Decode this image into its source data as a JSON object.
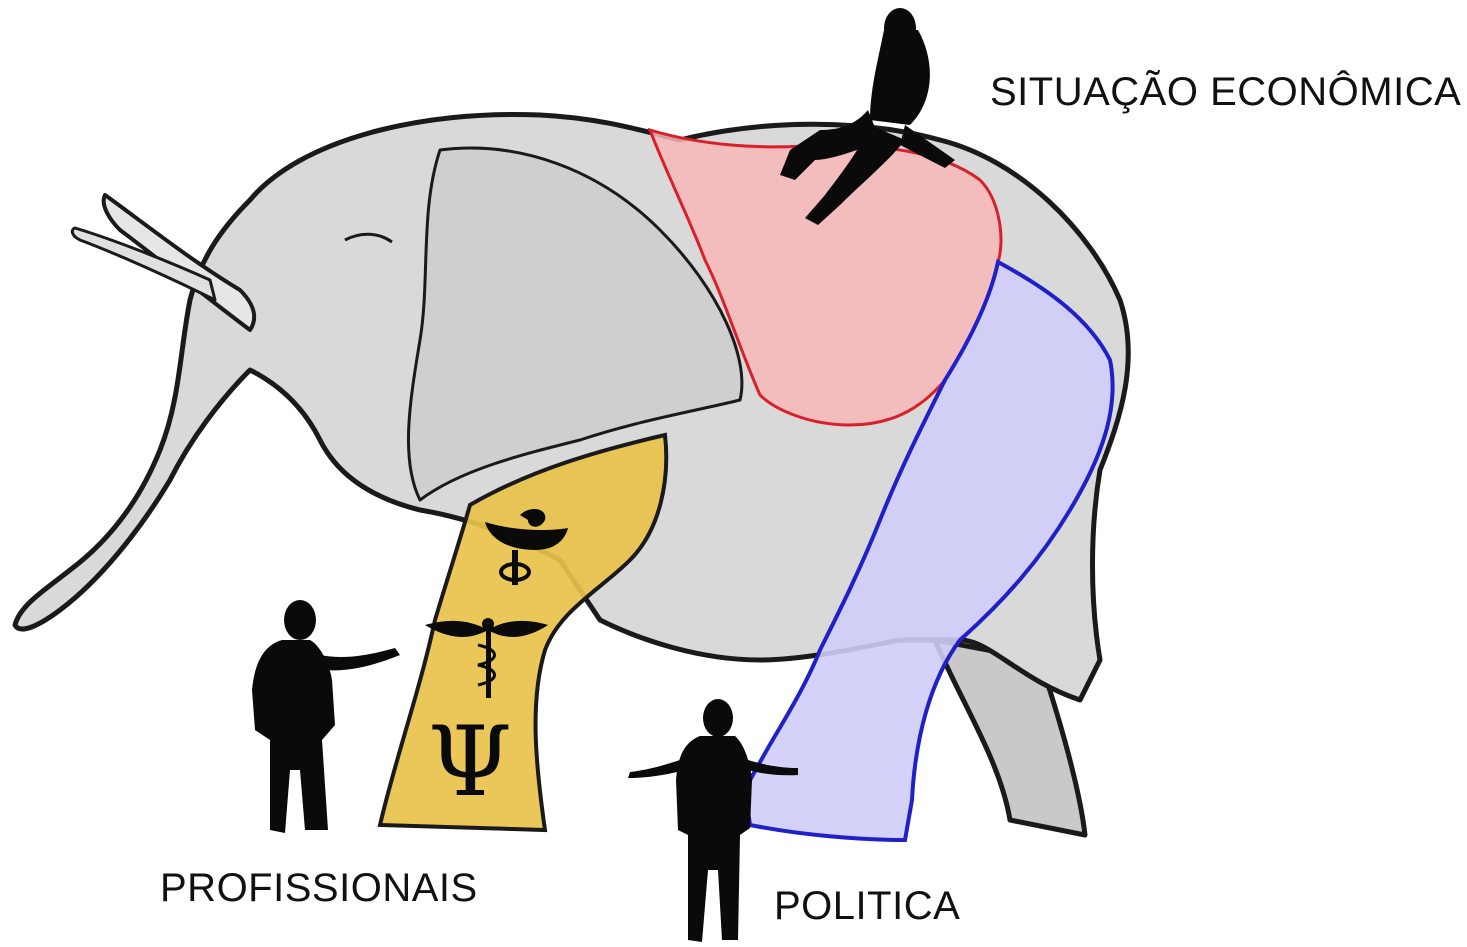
{
  "labels": {
    "economic": "SITUAÇÃO ECONÔMICA",
    "professionals": "PROFISSIONAIS",
    "politics": "POLITICA"
  },
  "colors": {
    "elephant_fill": "#d9d9d9",
    "outline": "#1a1a1a",
    "economic_region": "#f7b7b9",
    "economic_stroke": "#d8202a",
    "politics_region": "#cfcdf7",
    "politics_stroke": "#2020c8",
    "professionals_region": "#e8c24a",
    "silhouette": "#0a0a0a"
  },
  "icons": [
    "bowl-of-hygieia-icon",
    "caduceus-icon",
    "psi-icon"
  ]
}
